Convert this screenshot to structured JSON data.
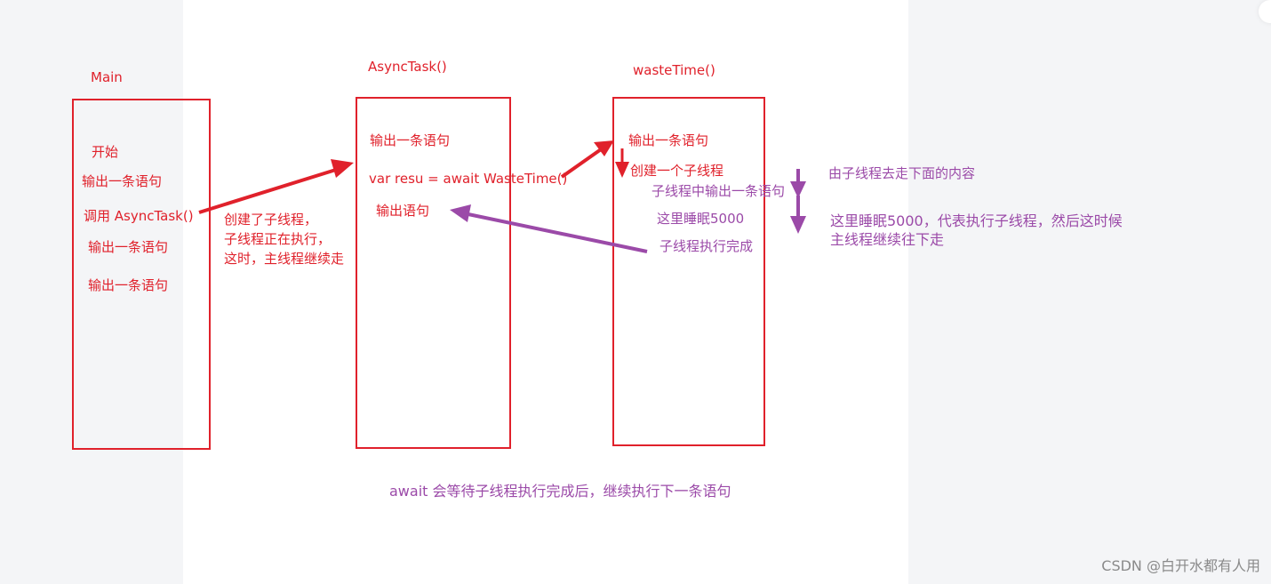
{
  "headers": {
    "main": "Main",
    "async": "AsyncTask()",
    "waste": "wasteTime()"
  },
  "main_box": {
    "start": "开始",
    "print1": "输出一条语句",
    "call": "调用 AsyncTask()",
    "print2": "输出一条语句",
    "print3": "输出一条语句"
  },
  "async_box": {
    "print": "输出一条语句",
    "await_line": "var resu = await WasteTime()",
    "print_after": "输出语句"
  },
  "waste_box": {
    "print": "输出一条语句",
    "create_thread": "创建一个子线程",
    "child_print": "子线程中输出一条语句",
    "sleep": "这里睡眠5000",
    "done": "子线程执行完成"
  },
  "annotations": {
    "create_note": "创建了子线程，\n子线程正在执行，\n这时，主线程继续走",
    "child_runs": "由子线程去走下面的内容",
    "sleep_note": "这里睡眠5000，代表执行子线程，然后这时候\n主线程继续往下走",
    "await_note": "await 会等待子线程执行完成后，继续执行下一条语句"
  },
  "watermark": "CSDN @白开水都有人用",
  "colors": {
    "red": "#e0212b",
    "purple": "#9b4aa8"
  }
}
